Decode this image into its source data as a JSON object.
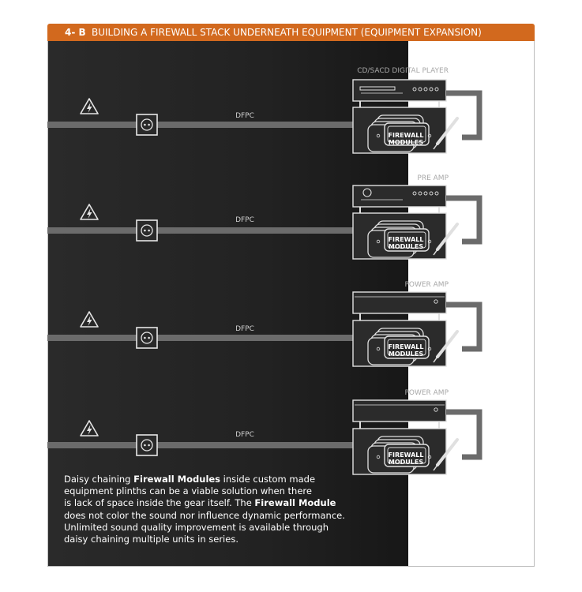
{
  "header": {
    "number": "4- B",
    "title": "BUILDING A FIREWALL STACK UNDERNEATH EQUIPMENT (EQUIPMENT EXPANSION)"
  },
  "cable_label": "DFPC",
  "module_label_line1": "FIREWALL",
  "module_label_line2": "MODULES",
  "rows": [
    {
      "device": "CD/SACD DIGITAL PLAYER",
      "kind": "cd"
    },
    {
      "device": "PRE AMP",
      "kind": "pre"
    },
    {
      "device": "POWER AMP",
      "kind": "power"
    },
    {
      "device": "POWER AMP",
      "kind": "power"
    }
  ],
  "caption": {
    "line1_pre": "Daisy chaining ",
    "line1_bold": "Firewall Modules",
    "line1_post": " inside custom made",
    "line2": "equipment plinths can be a viable solution when there",
    "line3_pre": "is lack of space inside the gear itself. The ",
    "line3_bold": "Firewall Module",
    "line4": "does not color the sound nor influence dynamic performance.",
    "line5": "Unlimited sound quality improvement is available through",
    "line6": "daisy chaining multiple units in series."
  },
  "colors": {
    "header": "#d2691e",
    "panel_dark": "#222222",
    "cable": "#6b6b6b"
  }
}
